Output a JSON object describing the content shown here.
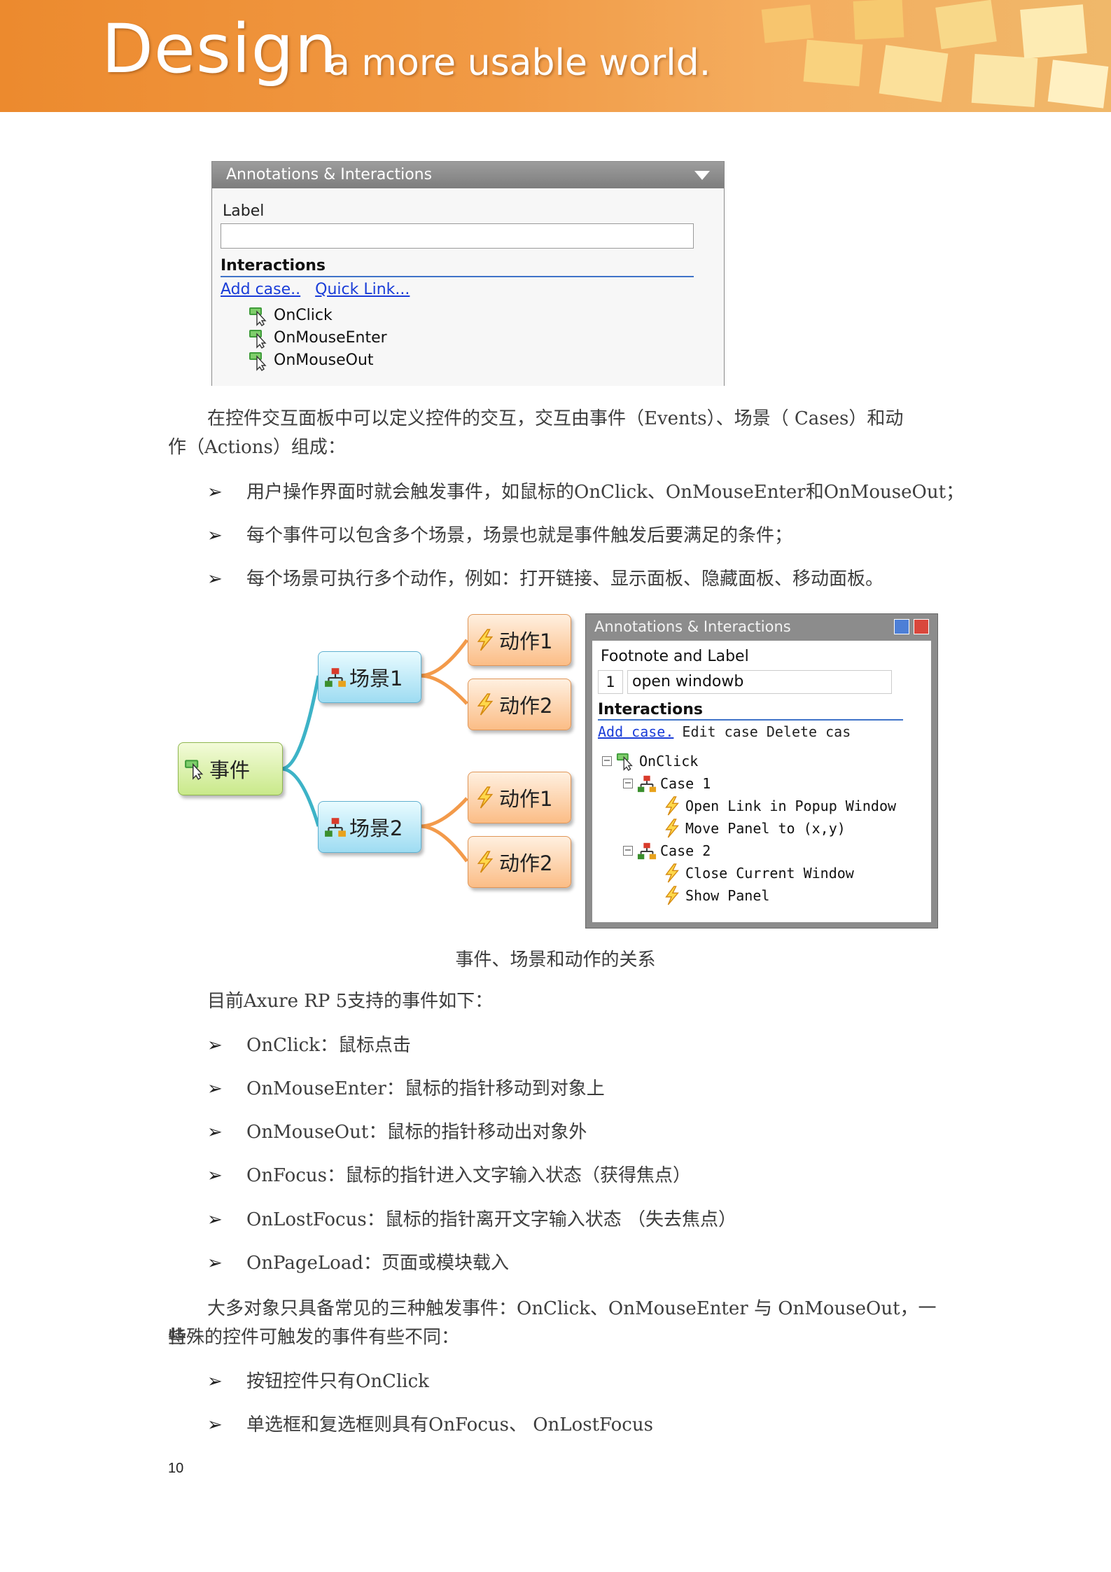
{
  "banner": {
    "big": "Design",
    "small": "a more usable world."
  },
  "panel1": {
    "title": "Annotations & Interactions",
    "label_caption": "Label",
    "label_value": "",
    "interactions_heading": "Interactions",
    "add_case": "Add case..",
    "quick_link": "Quick Link...",
    "events": [
      "OnClick",
      "OnMouseEnter",
      "OnMouseOut"
    ]
  },
  "text": {
    "intro_1": "在控件交互面板中可以定义控件的交互，交互由事件（Events）、场景（ Cases）和动",
    "intro_2": "作（Actions）组成：",
    "bullets_a": [
      "用户操作界面时就会触发事件，如鼠标的OnClick、OnMouseEnter和OnMouseOut；",
      "每个事件可以包含多个场景，场景也就是事件触发后要满足的条件；",
      "每个场景可执行多个动作，例如：打开链接、显示面板、隐藏面板、移动面板。"
    ],
    "caption": "事件、场景和动作的关系",
    "events_intro": "目前Axure RP 5支持的事件如下：",
    "bullets_b": [
      "OnClick：鼠标点击",
      "OnMouseEnter：鼠标的指针移动到对象上",
      "OnMouseOut：鼠标的指针移动出对象外",
      "OnFocus：鼠标的指针进入文字输入状态（获得焦点）",
      "OnLostFocus：鼠标的指针离开文字输入状态 （失去焦点）",
      "OnPageLoad：页面或模块载入"
    ],
    "summary_1": "大多对象只具备常见的三种触发事件：OnClick、OnMouseEnter 与 OnMouseOut，一些",
    "summary_2": "特殊的控件可触发的事件有些不同：",
    "bullets_c": [
      "按钮控件只有OnClick",
      "单选框和复选框则具有OnFocus、 OnLostFocus"
    ],
    "bullet_marker": "➢"
  },
  "diagram": {
    "event": "事件",
    "scene1": "场景1",
    "scene2": "场景2",
    "action1": "动作1",
    "action2": "动作2",
    "line_color": "#3db3c7",
    "action_line_color": "#f39a4a"
  },
  "panel2": {
    "title": "Annotations & Interactions",
    "footnote_label": "Footnote and Label",
    "footnote_number": "1",
    "label_value": "open windowb",
    "interactions_heading": "Interactions",
    "add_case": "Add case.",
    "edit_case": "Edit case",
    "delete_case": "Delete cas",
    "tree": {
      "event": "OnClick",
      "case1": "Case 1",
      "case1_actions": [
        "Open Link in Popup Window",
        "Move Panel to (x,y)"
      ],
      "case2": "Case 2",
      "case2_actions": [
        "Close Current Window",
        "Show Panel"
      ]
    }
  },
  "page_number": "10"
}
